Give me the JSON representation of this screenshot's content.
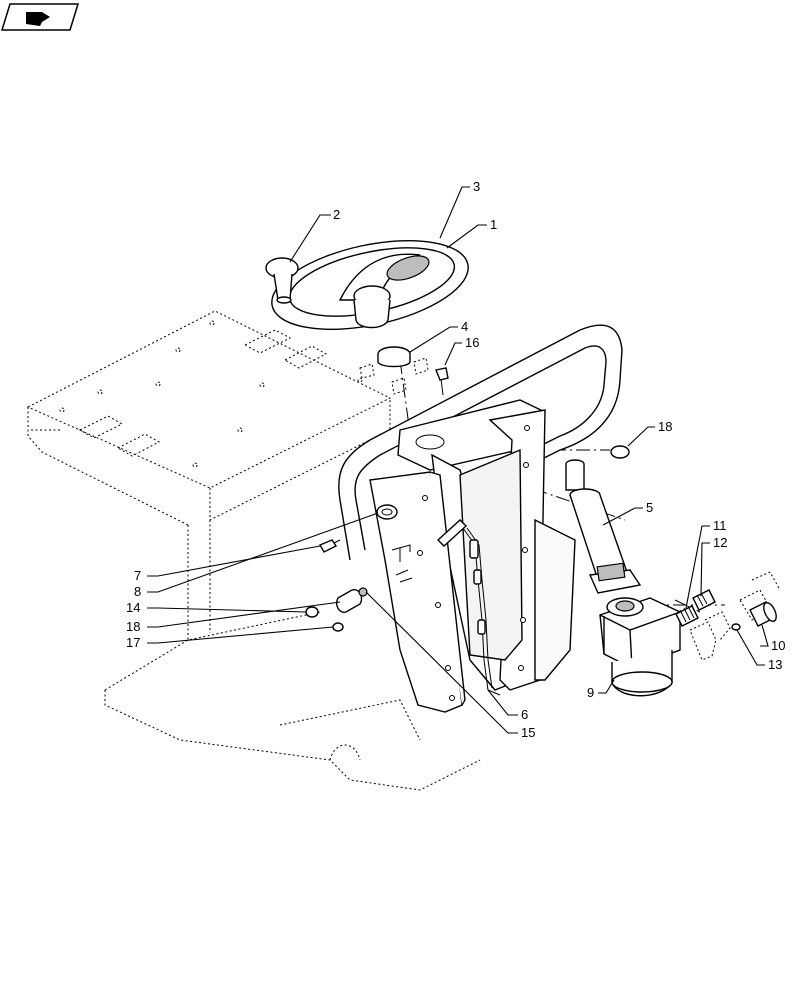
{
  "nav": {
    "icon": "book-nav-icon"
  },
  "labels": [
    "1",
    "2",
    "3",
    "4",
    "5",
    "6",
    "7",
    "8",
    "9",
    "10",
    "11",
    "12",
    "13",
    "14",
    "15",
    "16",
    "17",
    "18"
  ]
}
